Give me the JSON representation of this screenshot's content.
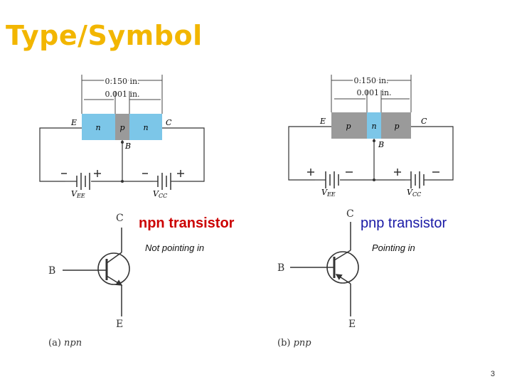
{
  "title": "Type/Symbol",
  "page_number": "3",
  "npn": {
    "dim_outer": "0.150 in.",
    "dim_inner": "0.001 in.",
    "layers": [
      "n",
      "p",
      "n"
    ],
    "emitter_label": "E",
    "collector_label": "C",
    "base_label": "B",
    "vee_label": "VEE",
    "vcc_label": "VCC",
    "vee_main": "V",
    "vee_sub": "EE",
    "vcc_main": "V",
    "vcc_sub": "CC",
    "heading": "npn transistor",
    "note": "Not pointing in",
    "symbol_c": "C",
    "symbol_b": "B",
    "symbol_e": "E",
    "caption_prefix": "(a)",
    "caption_type": "npn"
  },
  "pnp": {
    "dim_outer": "0.150 in.",
    "dim_inner": "0.001 in.",
    "layers": [
      "p",
      "n",
      "p"
    ],
    "emitter_label": "E",
    "collector_label": "C",
    "base_label": "B",
    "vee_main": "V",
    "vee_sub": "EE",
    "vcc_main": "V",
    "vcc_sub": "CC",
    "heading": "pnp transistor",
    "note": "Pointing in",
    "symbol_c": "C",
    "symbol_b": "B",
    "symbol_e": "E",
    "caption_prefix": "(b)",
    "caption_type": "pnp"
  },
  "colors": {
    "title": "#f2b600",
    "n_region": "#7cc6e8",
    "p_region": "#9a9a9a",
    "npn_heading": "#cc0000",
    "pnp_heading": "#1a1aa6",
    "wire": "#333333"
  }
}
